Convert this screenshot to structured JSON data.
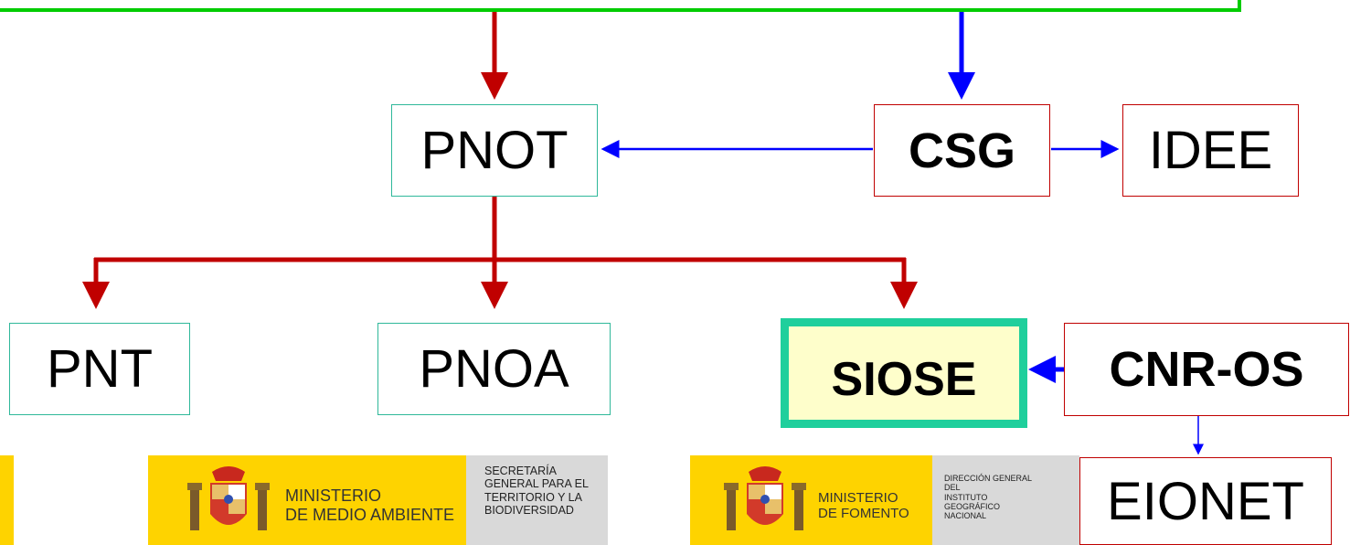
{
  "nodes": {
    "pnot": "PNOT",
    "csg": "CSG",
    "idee": "IDEE",
    "pnt": "PNT",
    "pnoa": "PNOA",
    "siose": "SIOSE",
    "cnr_os": "CNR-OS",
    "eionet": "EIONET"
  },
  "logos": {
    "medio_ambiente": {
      "ministry_line1": "MINISTERIO",
      "ministry_line2": "DE MEDIO AMBIENTE",
      "dept_lines": [
        "SECRETARÍA",
        "GENERAL PARA EL",
        "TERRITORIO Y LA",
        "BIODIVERSIDAD"
      ]
    },
    "fomento": {
      "ministry_line1": "MINISTERIO",
      "ministry_line2": "DE FOMENTO",
      "dept_lines": [
        "DIRECCIÓN GENERAL",
        "DEL",
        "INSTITUTO",
        "GEOGRÁFICO",
        "NACIONAL"
      ]
    }
  },
  "colors": {
    "red_arrow": "#c00000",
    "blue_arrow": "#0000ff",
    "green_frame": "#00cc00",
    "teal_border": "#2fb89a",
    "siose_fill": "#fefecb",
    "logo_yellow": "#fed300"
  }
}
